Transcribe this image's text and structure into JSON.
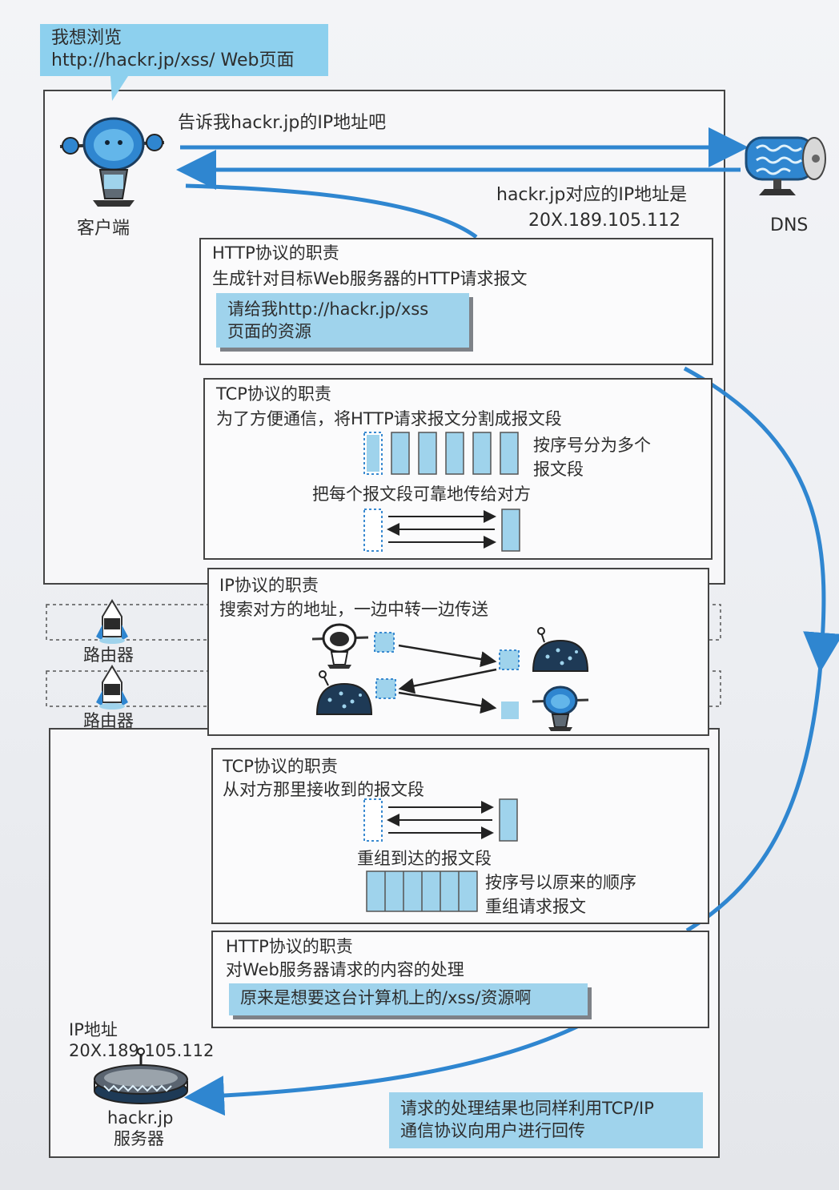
{
  "callout": {
    "line1": "我想浏览",
    "line2": "http://hackr.jp/xss/ Web页面"
  },
  "client": {
    "label": "客户端"
  },
  "dns": {
    "label": "DNS",
    "request": "告诉我hackr.jp的IP地址吧",
    "reply_line1": "hackr.jp对应的IP地址是",
    "reply_line2": "20X.189.105.112"
  },
  "http_client": {
    "title": "HTTP协议的职责",
    "desc": "生成针对目标Web服务器的HTTP请求报文",
    "message_line1": "请给我http://hackr.jp/xss",
    "message_line2": "页面的资源"
  },
  "tcp_client": {
    "title": "TCP协议的职责",
    "desc": "为了方便通信，将HTTP请求报文分割成报文段",
    "segment_note_line1": "按序号分为多个",
    "segment_note_line2": "报文段",
    "transfer_note": "把每个报文段可靠地传给对方"
  },
  "ip": {
    "title": "IP协议的职责",
    "desc": "搜索对方的地址，一边中转一边传送"
  },
  "routers": [
    {
      "label": "路由器"
    },
    {
      "label": "路由器"
    }
  ],
  "tcp_server": {
    "title": "TCP协议的职责",
    "desc": "从对方那里接收到的报文段",
    "reassemble": "重组到达的报文段",
    "order_note_line1": "按序号以原来的顺序",
    "order_note_line2": "重组请求报文"
  },
  "http_server": {
    "title": "HTTP协议的职责",
    "desc": "对Web服务器请求的内容的处理",
    "message": "原来是想要这台计算机上的/xss/资源啊"
  },
  "server": {
    "ip_label": "IP地址",
    "ip_value": "20X.189.105.112",
    "name_line1": "hackr.jp",
    "name_line2": "服务器"
  },
  "response_note": {
    "line1": "请求的处理结果也同样利用TCP/IP",
    "line2": "通信协议向用户进行回传"
  },
  "colors": {
    "accent_blue": "#2f86d0",
    "light_blue": "#9fd3ec",
    "callout_blue": "#8dd0ee"
  }
}
